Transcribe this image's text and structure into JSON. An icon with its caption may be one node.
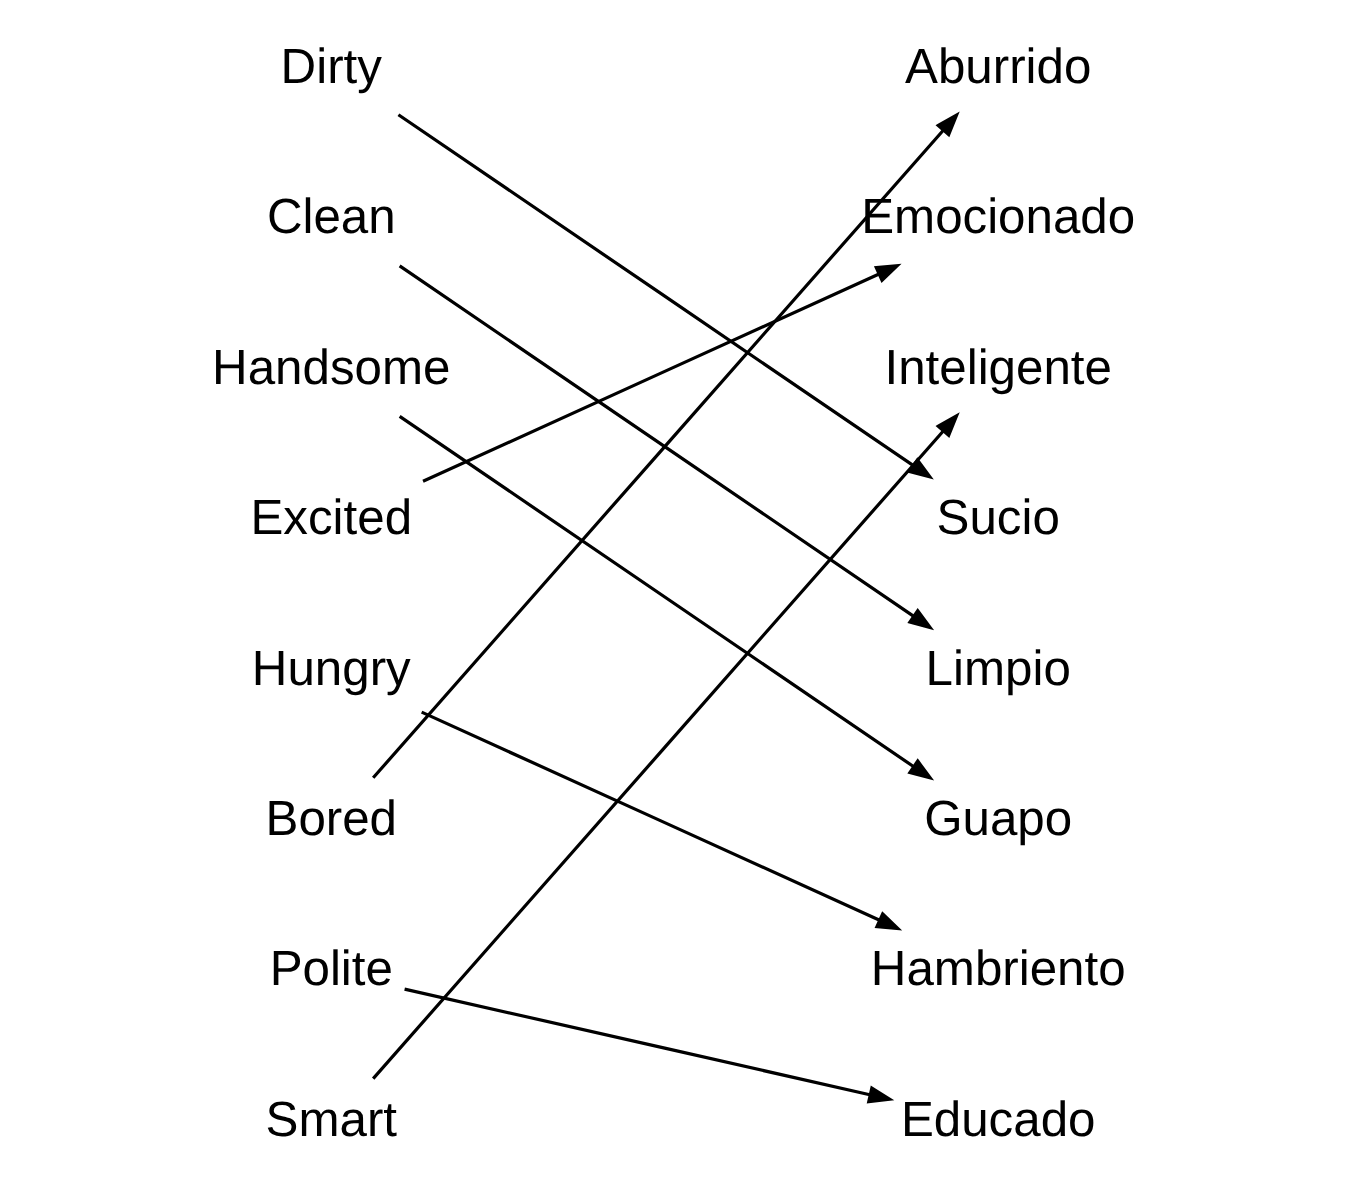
{
  "diagram": {
    "nodes": [
      {
        "text": [
          "Dirty"
        ]
      },
      {
        "text": [
          "Clean"
        ]
      },
      {
        "text": [
          "Handsome"
        ]
      },
      {
        "text": [
          "Excited"
        ]
      },
      {
        "text": [
          "Hungry"
        ]
      },
      {
        "text": [
          "Bored"
        ]
      },
      {
        "text": [
          "Polite"
        ]
      },
      {
        "text": [
          "Smart"
        ]
      },
      {
        "text": [
          "Aburrido"
        ]
      },
      {
        "text": [
          "Emocionado"
        ]
      },
      {
        "text": [
          "Inteligente"
        ]
      },
      {
        "text": [
          "Sucio"
        ]
      },
      {
        "text": [
          "Limpio"
        ]
      },
      {
        "text": [
          "Guapo"
        ]
      },
      {
        "text": [
          "Hambriento"
        ]
      },
      {
        "text": [
          "Educado"
        ]
      }
    ],
    "edges": [
      {
        "from": 0,
        "to": 11,
        "arrow": "to"
      },
      {
        "from": 1,
        "to": 12,
        "arrow": "to"
      },
      {
        "from": 2,
        "to": 13,
        "arrow": "to"
      },
      {
        "from": 3,
        "to": 9,
        "arrow": "to"
      },
      {
        "from": 4,
        "to": 14,
        "arrow": "to"
      },
      {
        "from": 5,
        "to": 8,
        "arrow": "to"
      },
      {
        "from": 6,
        "to": 15,
        "arrow": "to"
      },
      {
        "from": 7,
        "to": 10,
        "arrow": "to"
      }
    ]
  }
}
